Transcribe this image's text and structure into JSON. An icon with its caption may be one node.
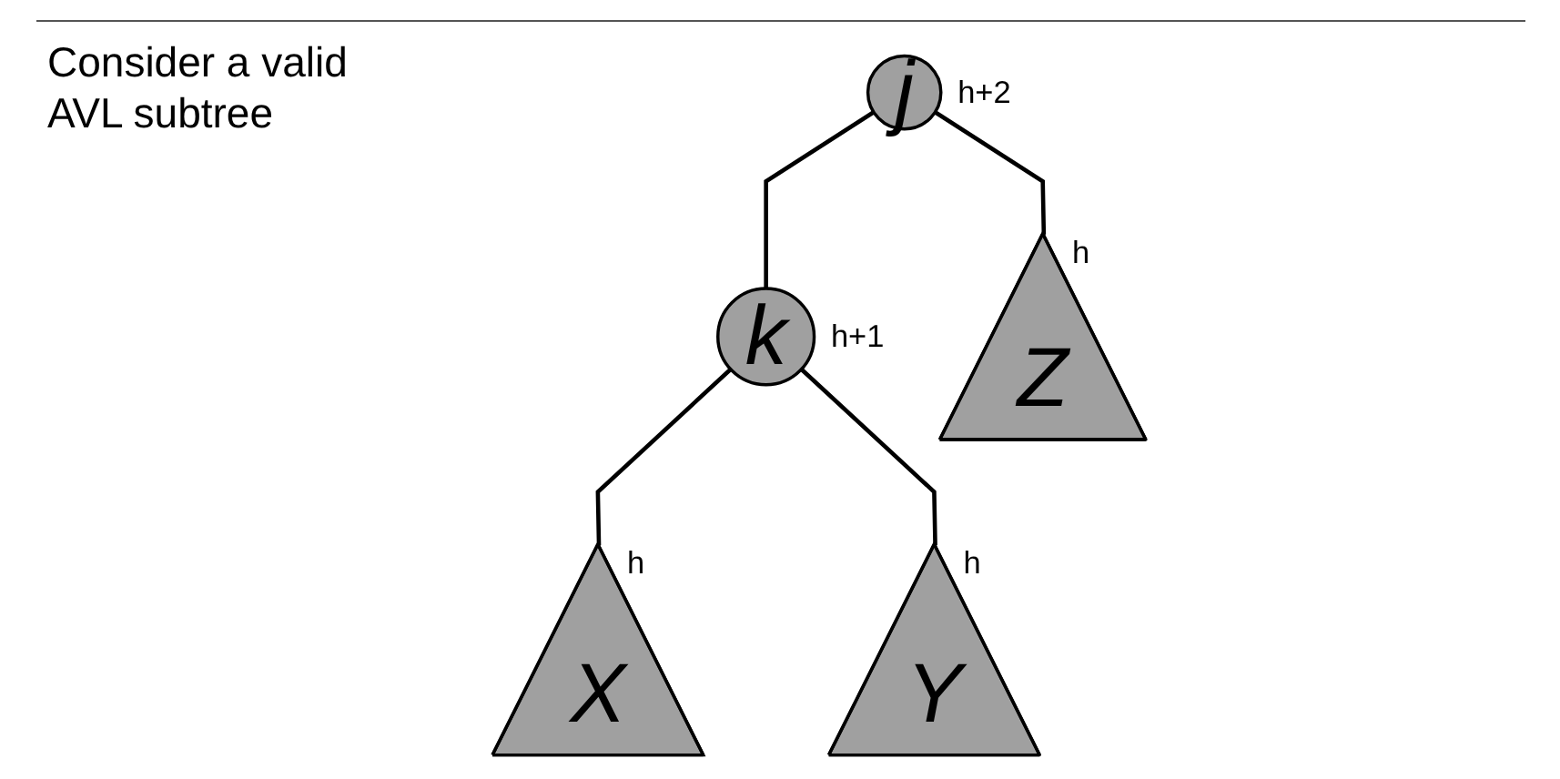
{
  "diagram": {
    "nodes": [
      {
        "text": [
          "j"
        ],
        "beside": [
          "h+2"
        ]
      },
      {
        "text": [
          "k"
        ],
        "beside": [
          "h+1"
        ]
      },
      {
        "text": [
          "Z"
        ],
        "beside": [
          "h"
        ]
      },
      {
        "text": [
          "X"
        ],
        "beside": [
          "h"
        ]
      },
      {
        "text": [
          "Y"
        ],
        "beside": [
          "h"
        ]
      }
    ],
    "edges": [
      {
        "from": 0,
        "to": 1,
        "arrow": "none"
      },
      {
        "from": 0,
        "to": 2,
        "arrow": "none"
      },
      {
        "from": 1,
        "to": 3,
        "arrow": "none"
      },
      {
        "from": 1,
        "to": 4,
        "arrow": "none"
      }
    ],
    "labels": [
      "Consider a valid AVL subtree"
    ]
  }
}
